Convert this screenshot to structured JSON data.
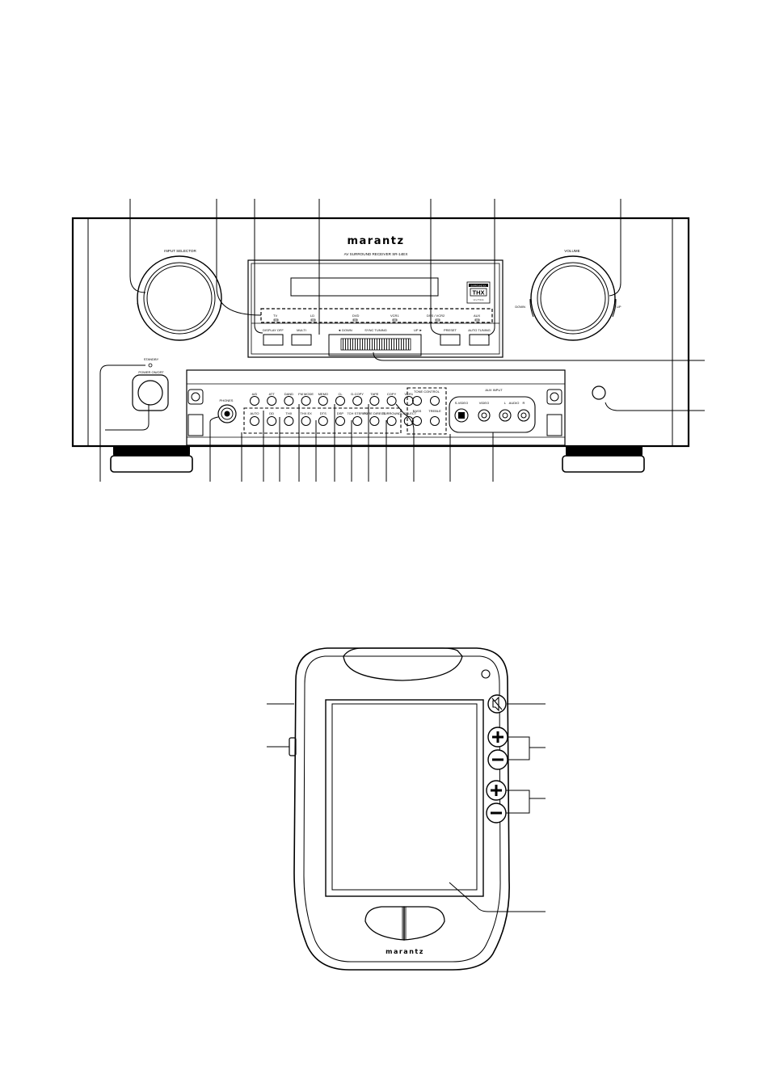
{
  "receiver": {
    "brand": "marantz",
    "model": "AV SURROUND RECEIVER SR-14EX",
    "input_selector_label": "INPUT SELECTOR",
    "volume_label": "VOLUME",
    "volume_down": "DOWN",
    "volume_up": "UP",
    "thx_label": "THX",
    "thx_sub": "SURROUND EX",
    "thx_ultra": "U L T R A",
    "source_indicators": [
      "TV",
      "LD",
      "DVD",
      "VCR1",
      "DSS / VCR2",
      "AUX"
    ],
    "display_off": "DISPLAY OFF",
    "multi": "MULTI",
    "preset": "PRESET",
    "auto_tuning": "AUTO TUNING",
    "sync_tuning": "SYNC TUNING",
    "tuning_down": "◄ DOWN",
    "tuning_up": "UP ►",
    "standby": "STANDBY",
    "power": "POWER ON/OFF",
    "phones": "PHONES",
    "top_row_buttons": [
      "A/D",
      "ATT",
      "DAND",
      "FM MODE",
      "MEMO",
      "CL",
      "D-COPY",
      "TAPE",
      "COPY",
      "VCR1"
    ],
    "bottom_row_buttons": [
      "AUTO",
      "DD",
      "THX",
      "THX EX",
      "DTS",
      "DSP",
      "7CH STEREO",
      "PURE DIRECT",
      "SURROUND",
      "L.SELECT"
    ],
    "tone_control": "TONE CONTROL",
    "bass": "BASS",
    "treble": "TREBLE",
    "aux_input": "AUX INPUT",
    "s_video": "S-VIDEO",
    "video": "VIDEO",
    "audio": "AUDIO",
    "audio_l": "L",
    "audio_r": "R"
  },
  "remote": {
    "brand": "marantz"
  }
}
